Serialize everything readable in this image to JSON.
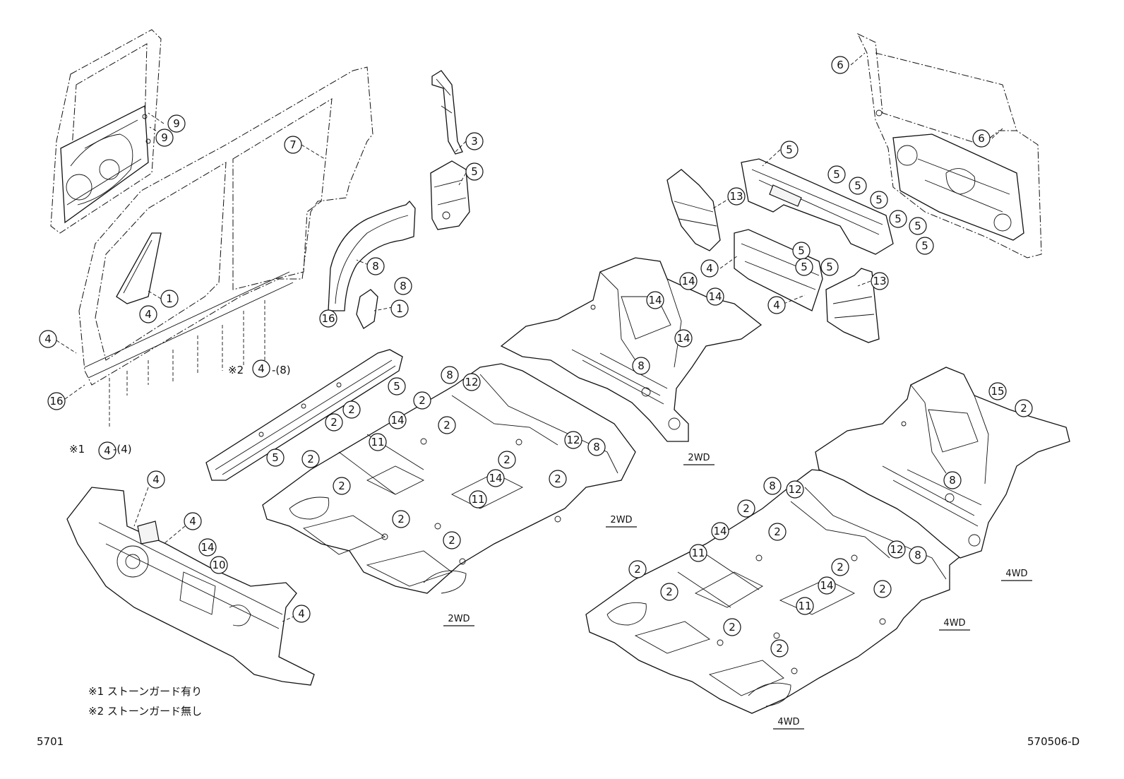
{
  "diagram": {
    "figure_code": "5701",
    "illustration_code": "570506-D",
    "notes": [
      "※1 ストーンガード有り",
      "※2 ストーンガード無し"
    ],
    "variant_labels": [
      "2WD",
      "2WD",
      "2WD",
      "4WD",
      "4WD",
      "4WD"
    ],
    "callouts": [
      "9",
      "9",
      "7",
      "3",
      "5",
      "6",
      "6",
      "5",
      "5",
      "5",
      "5",
      "13",
      "5",
      "5",
      "5",
      "5",
      "4",
      "5",
      "14",
      "14",
      "14",
      "14",
      "5",
      "4",
      "13",
      "8",
      "1",
      "4",
      "8",
      "1",
      "16",
      "4",
      "16",
      "4",
      "8",
      "4",
      "4",
      "5",
      "2",
      "2",
      "5",
      "8",
      "12",
      "2",
      "14",
      "2",
      "11",
      "2",
      "12",
      "8",
      "2",
      "2",
      "14",
      "2",
      "11",
      "2",
      "2",
      "2",
      "15",
      "4",
      "14",
      "10",
      "4",
      "2",
      "2",
      "8",
      "12",
      "8",
      "2",
      "2",
      "14",
      "11",
      "12",
      "8",
      "2",
      "2",
      "2",
      "14",
      "11",
      "2",
      "2",
      "2"
    ],
    "suffix_notes": [
      "※2",
      "-(8)",
      "※1",
      "-(4)"
    ]
  }
}
